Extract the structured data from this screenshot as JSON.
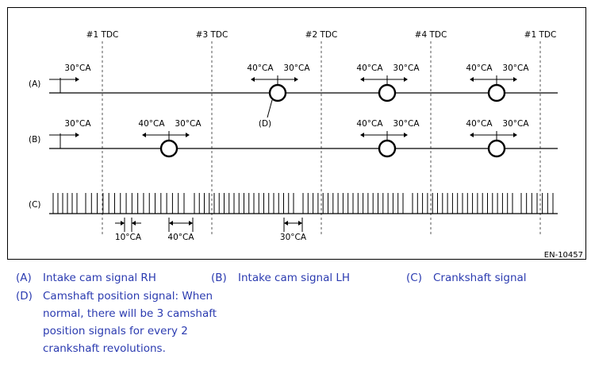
{
  "diagram": {
    "tdc_labels": [
      "#1 TDC",
      "#3 TDC",
      "#2 TDC",
      "#4 TDC",
      "#1 TDC"
    ],
    "row_labels": [
      "(A)",
      "(B)",
      "(C)"
    ],
    "angle_30": "30°CA",
    "angle_40": "40°CA",
    "angle_10": "10°CA",
    "callout_d": "(D)",
    "figure_id": "EN-10457"
  },
  "legend": {
    "a_key": "(A)",
    "a_text": "Intake cam signal RH",
    "b_key": "(B)",
    "b_text": "Intake cam signal LH",
    "c_key": "(C)",
    "c_text": "Crankshaft signal",
    "d_key": "(D)",
    "d_text": "Camshaft position signal: When normal, there will be 3 camshaft position signals for every 2 crankshaft revolutions."
  }
}
